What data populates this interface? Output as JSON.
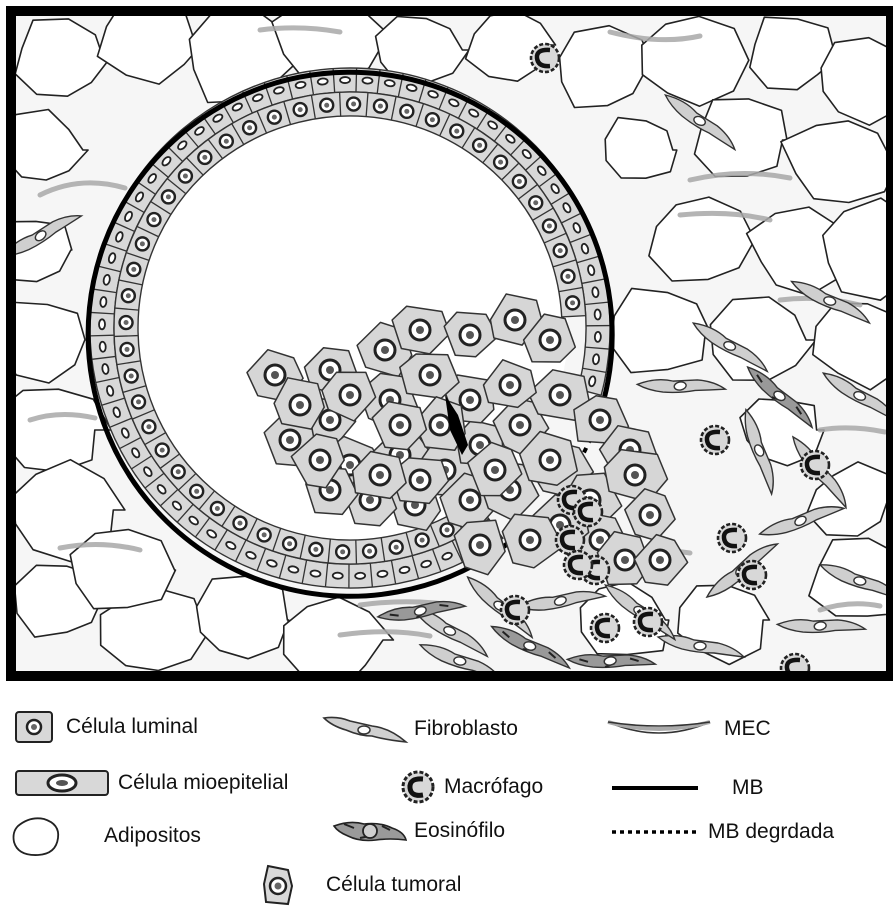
{
  "legend": {
    "luminal": "Célula luminal",
    "mioepitelial": "Célula mioepitelial",
    "adipositos": "Adipositos",
    "fibroblasto": "Fibroblasto",
    "macrofago": "Macrófago",
    "eosinofilo": "Eosinófilo",
    "tumoral": "Célula tumoral",
    "mec": "MEC",
    "mb": "MB",
    "mb_degradada": "MB degrdada"
  },
  "colors": {
    "frame": "#000000",
    "cell_fill": "#d8d8d8",
    "cell_stroke": "#333333",
    "background_tissue": "#f4f4f4",
    "mec_fiber": "#aaaaaa"
  }
}
